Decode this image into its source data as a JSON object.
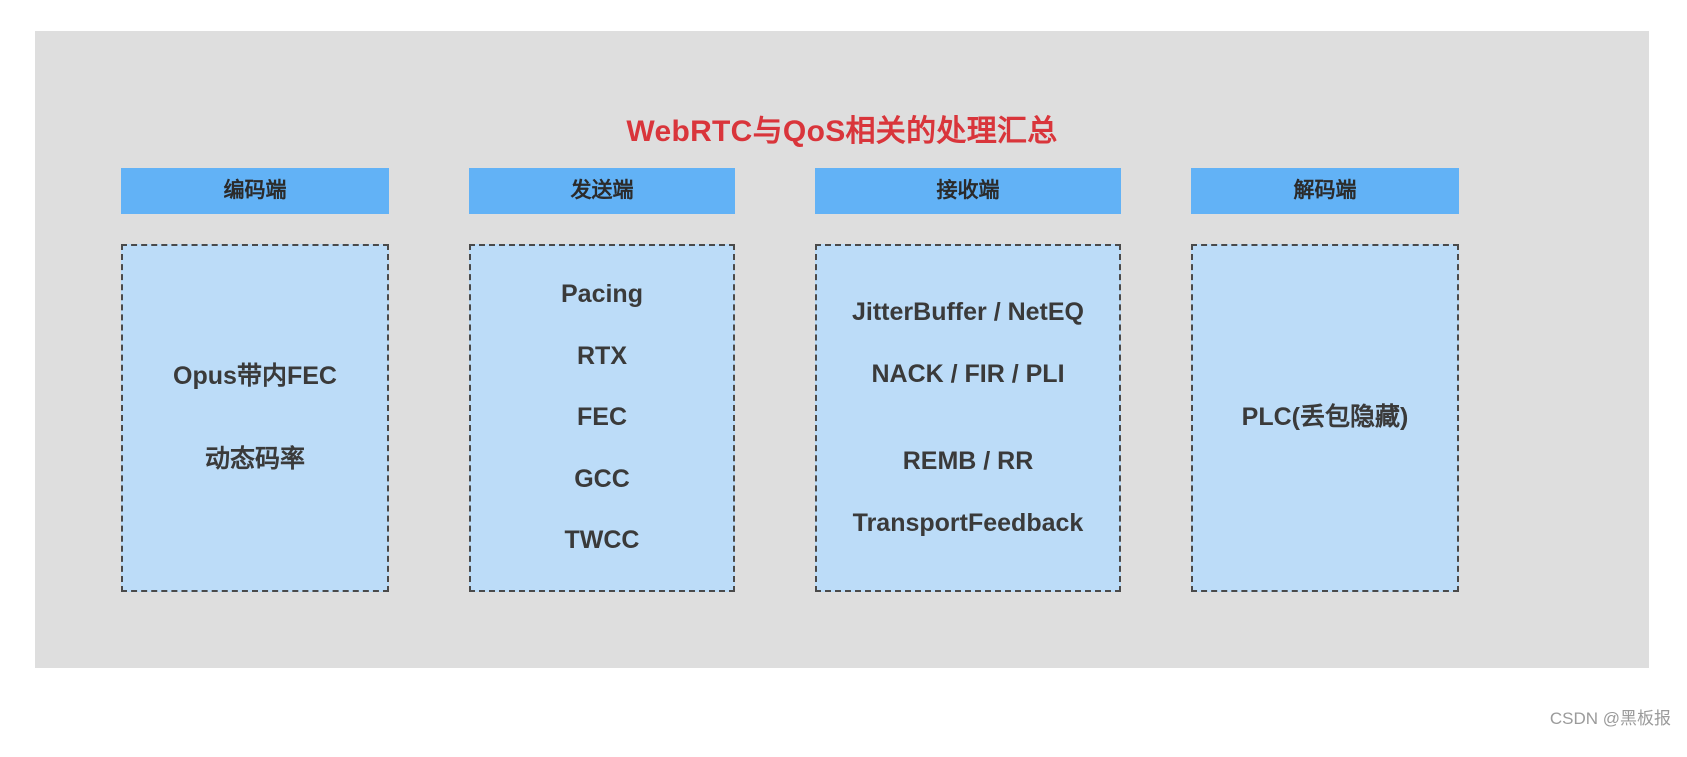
{
  "slide": {
    "title": "WebRTC与QoS相关的处理汇总",
    "title_color": "#d9353b",
    "background_color": "#dedede",
    "header_color": "#62b2f6",
    "body_color": "#bcdcf8",
    "border_style": "dashed",
    "border_color": "#4a4a4a"
  },
  "columns": [
    {
      "id": "encode",
      "header": "编码端",
      "items": [
        "Opus带内FEC",
        "动态码率"
      ]
    },
    {
      "id": "send",
      "header": "发送端",
      "items": [
        "Pacing",
        "RTX",
        "FEC",
        "GCC",
        "TWCC"
      ]
    },
    {
      "id": "receive",
      "header": "接收端",
      "items": [
        "JitterBuffer / NetEQ",
        "NACK / FIR / PLI",
        "REMB / RR",
        "TransportFeedback"
      ]
    },
    {
      "id": "decode",
      "header": "解码端",
      "items": [
        "PLC(丢包隐藏)"
      ]
    }
  ],
  "watermark": "CSDN @黑板报"
}
